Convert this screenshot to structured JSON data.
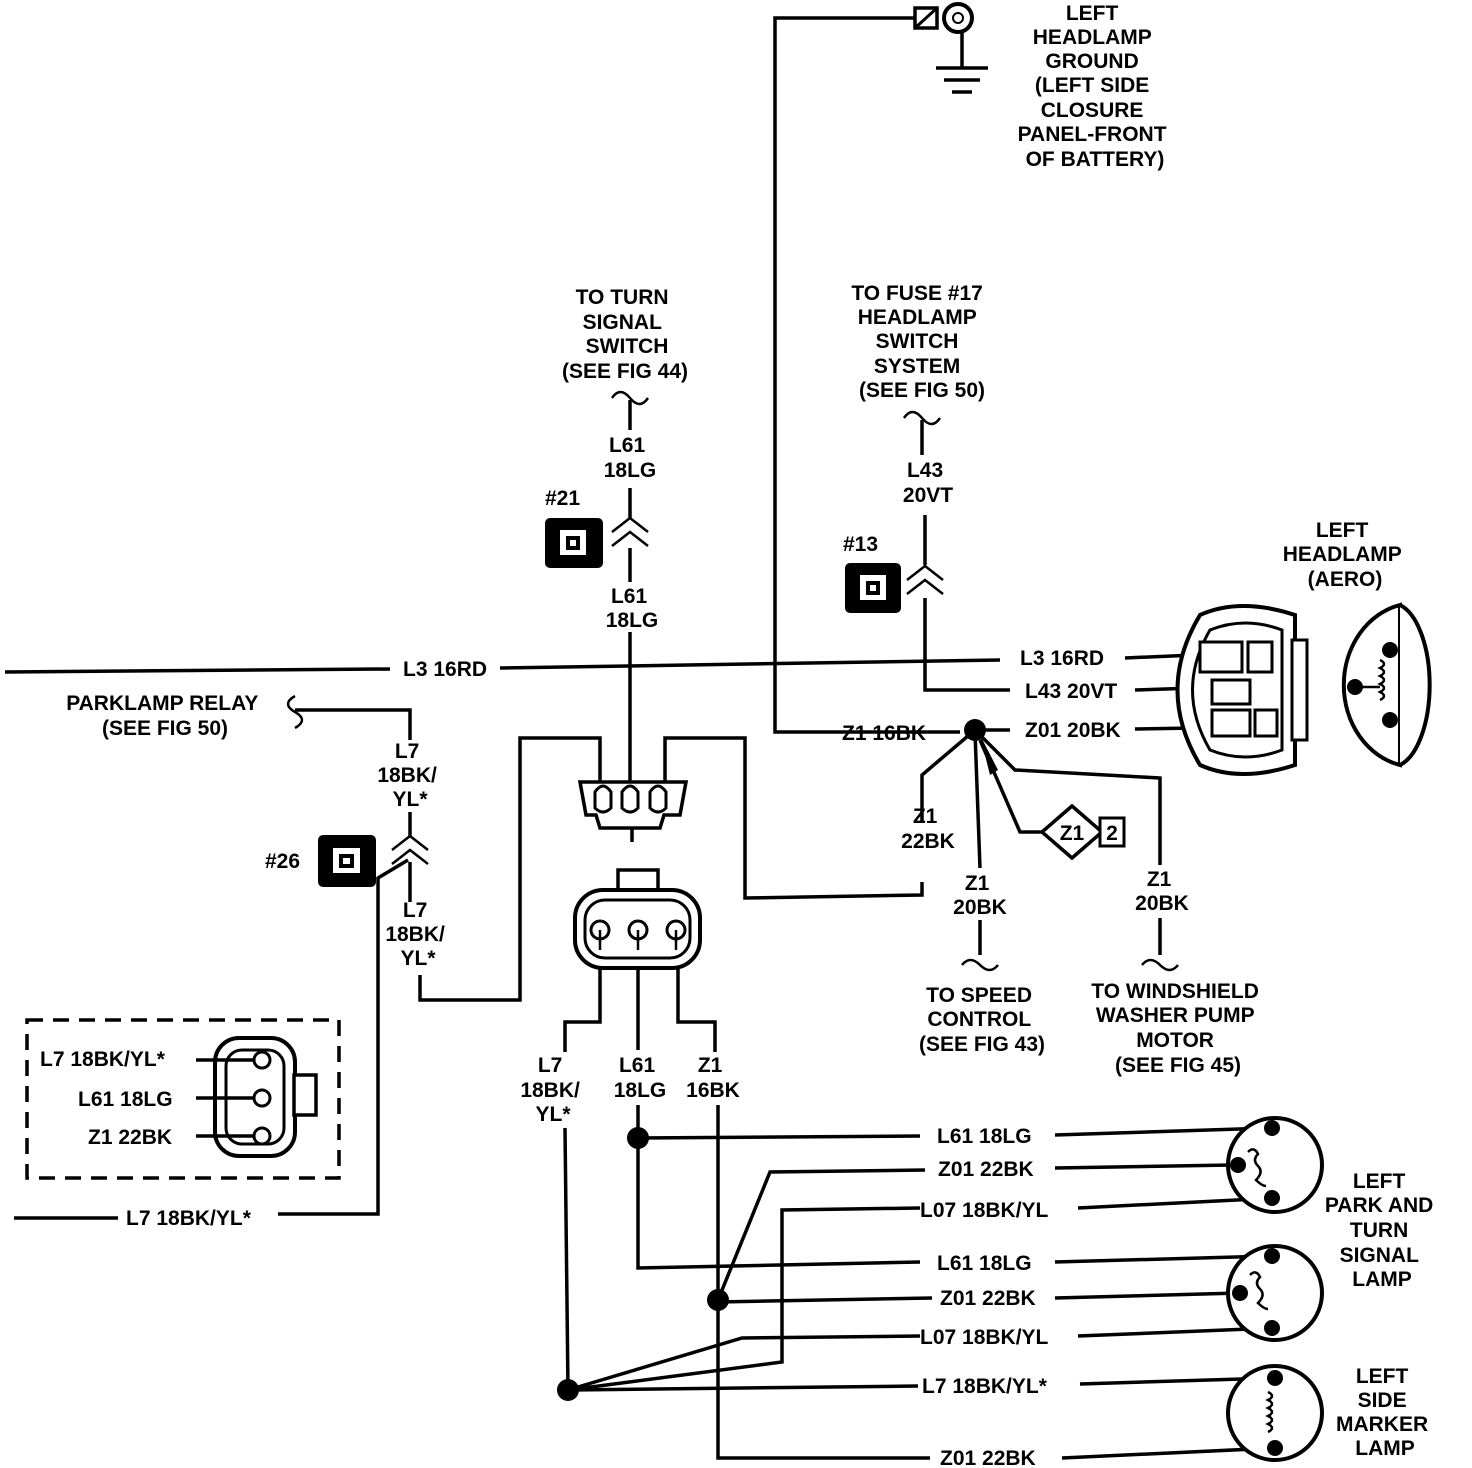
{
  "components": {
    "ground": {
      "lines": [
        "LEFT",
        "HEADLAMP",
        "GROUND",
        "(LEFT SIDE",
        "CLOSURE",
        "PANEL-FRONT",
        "OF BATTERY)"
      ]
    },
    "turn_signal": {
      "lines": [
        "TO TURN",
        "SIGNAL",
        "SWITCH",
        "(SEE FIG 44)"
      ]
    },
    "fuse17": {
      "lines": [
        "TO FUSE #17",
        "HEADLAMP",
        "SWITCH",
        "SYSTEM",
        "(SEE FIG 50)"
      ]
    },
    "headlamp": {
      "lines": [
        "LEFT",
        "HEADLAMP",
        "(AERO)"
      ]
    },
    "parklamp_relay": {
      "lines": [
        "PARKLAMP RELAY",
        "(SEE FIG 50)"
      ]
    },
    "speed_control": {
      "lines": [
        "TO SPEED",
        "CONTROL",
        "(SEE FIG 43)"
      ]
    },
    "washer": {
      "lines": [
        "TO WINDSHIELD",
        "WASHER PUMP",
        "MOTOR",
        "(SEE FIG 45)"
      ]
    },
    "park_turn_lamp": {
      "lines": [
        "LEFT",
        "PARK AND",
        "TURN",
        "SIGNAL",
        "LAMP"
      ]
    },
    "side_marker": {
      "lines": [
        "LEFT",
        "SIDE",
        "MARKER",
        "LAMP"
      ]
    }
  },
  "connectors": {
    "c21": "#21",
    "c13": "#13",
    "c26": "#26"
  },
  "splice": {
    "id": "Z1",
    "num": "2"
  },
  "wires": {
    "l61_top": [
      "L61",
      "18LG"
    ],
    "l61_mid": [
      "L61",
      "18LG"
    ],
    "l43_top": [
      "L43",
      "20VT"
    ],
    "l3_left": "L3 16RD",
    "l3_right": "L3 16RD",
    "l43_right": "L43 20VT",
    "z1_16bk": "Z1 16BK",
    "z01_20bk": "Z01 20BK",
    "l7_top": [
      "L7",
      "18BK/",
      "YL*"
    ],
    "l7_mid": [
      "L7",
      "18BK/",
      "YL*"
    ],
    "z1_22bk": [
      "Z1",
      "22BK"
    ],
    "z1_20bk_a": [
      "Z1",
      "20BK"
    ],
    "z1_20bk_b": [
      "Z1",
      "20BK"
    ],
    "l7_bottom": [
      "L7",
      "18BK/",
      "YL*"
    ],
    "l61_bottom": [
      "L61",
      "18LG"
    ],
    "z1_bottom": [
      "Z1",
      "16BK"
    ],
    "l7_left_bottom": "L7 18BK/YL*"
  },
  "inset": {
    "pins": [
      "L7 18BK/YL*",
      "L61 18LG",
      "Z1 22BK"
    ]
  },
  "lamp_wires": [
    "L61 18LG",
    "Z01 22BK",
    "L07 18BK/YL",
    "L61 18LG",
    "Z01 22BK",
    "L07 18BK/YL",
    "L7 18BK/YL*",
    "Z01 22BK"
  ]
}
